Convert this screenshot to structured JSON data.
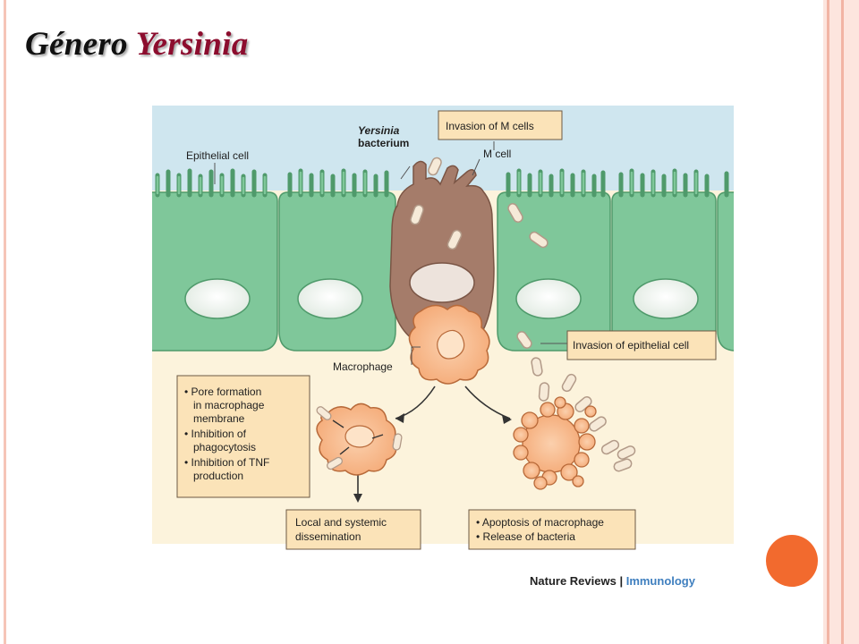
{
  "title": {
    "part1": "Género",
    "part2": "Yersinia"
  },
  "diagram": {
    "labels": {
      "yersinia_line1": "Yersinia",
      "yersinia_line2": "bacterium",
      "epithelial_cell": "Epithelial cell",
      "m_cell": "M cell",
      "macrophage": "Macrophage"
    },
    "boxes": {
      "invasion_m_cells": "Invasion of M cells",
      "invasion_epithelial": "Invasion of epithelial cell",
      "effects": [
        "• Pore formation",
        "   in macrophage",
        "   membrane",
        "• Inhibition of",
        "   phagocytosis",
        "• Inhibition of TNF",
        "   production"
      ],
      "dissemination": [
        "Local and systemic",
        "dissemination"
      ],
      "apoptosis": [
        "• Apoptosis of macrophage",
        "• Release of bacteria"
      ]
    },
    "credit": {
      "journal": "Nature Reviews",
      "separator": " | ",
      "section": "Immunology"
    }
  },
  "colors": {
    "title_accent": "#8c0d2e",
    "epithelium": "#7fc79a",
    "lumen": "#cfe6ef",
    "tissue": "#fcf3dc",
    "m_cell": "#a57c6a",
    "macrophage": "#f7b98c",
    "box_fill": "#fbe3b8",
    "orange_dot": "#f26a2e"
  }
}
